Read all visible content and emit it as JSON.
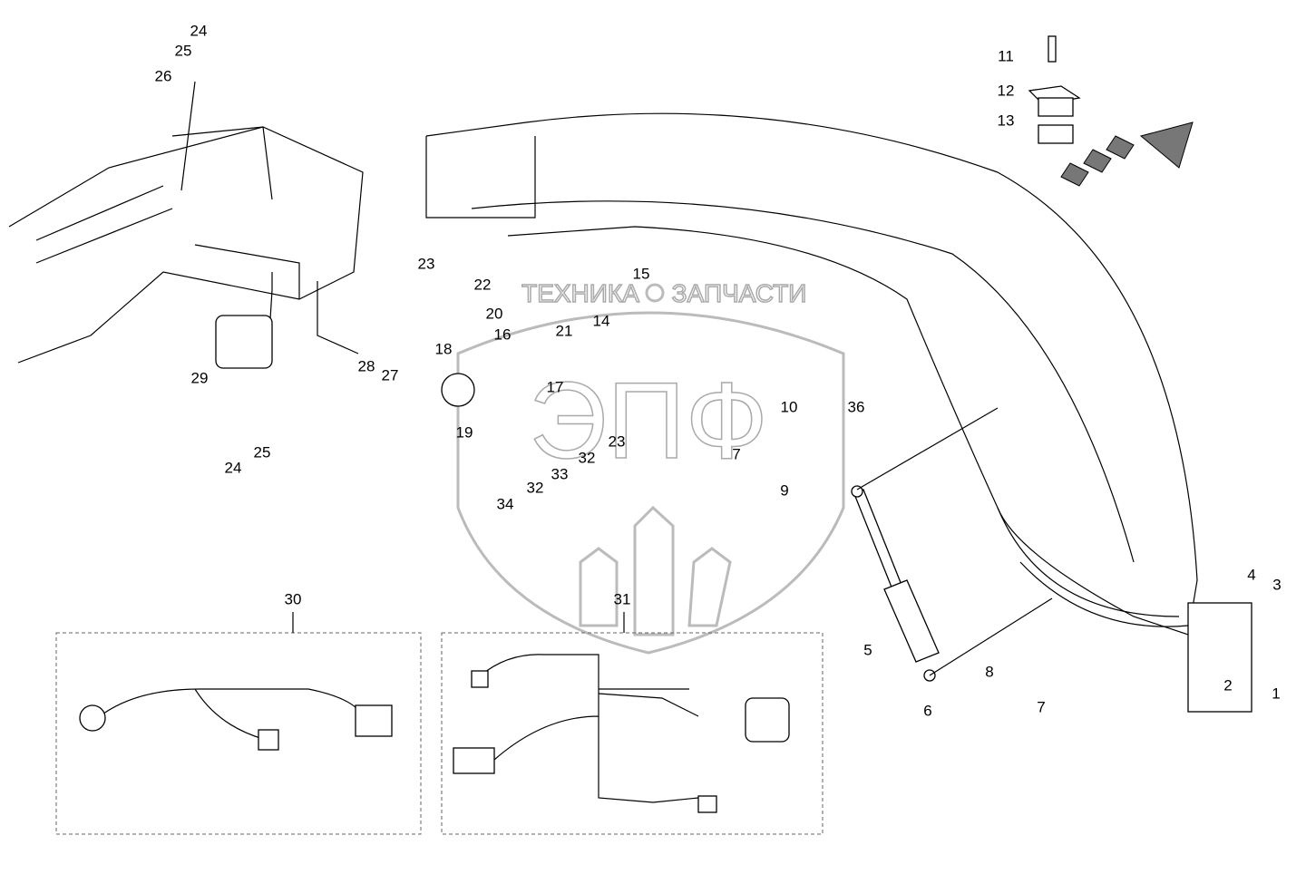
{
  "watermark": {
    "brand_left": "ТЕХНИКА",
    "brand_right": "ЗАПЧАСТИ",
    "logo_letters": "ЭПФ"
  },
  "labels": [
    "24",
    "25",
    "26",
    "29",
    "28",
    "27",
    "24",
    "25",
    "23",
    "22",
    "20",
    "21",
    "15",
    "14",
    "16",
    "18",
    "17",
    "19",
    "23",
    "32",
    "33",
    "32",
    "34",
    "7",
    "10",
    "36",
    "9",
    "11",
    "12",
    "13",
    "30",
    "31",
    "5",
    "6",
    "8",
    "7",
    "4",
    "3",
    "2",
    "1"
  ],
  "direction_arrow": "arrow-left-up-icon"
}
